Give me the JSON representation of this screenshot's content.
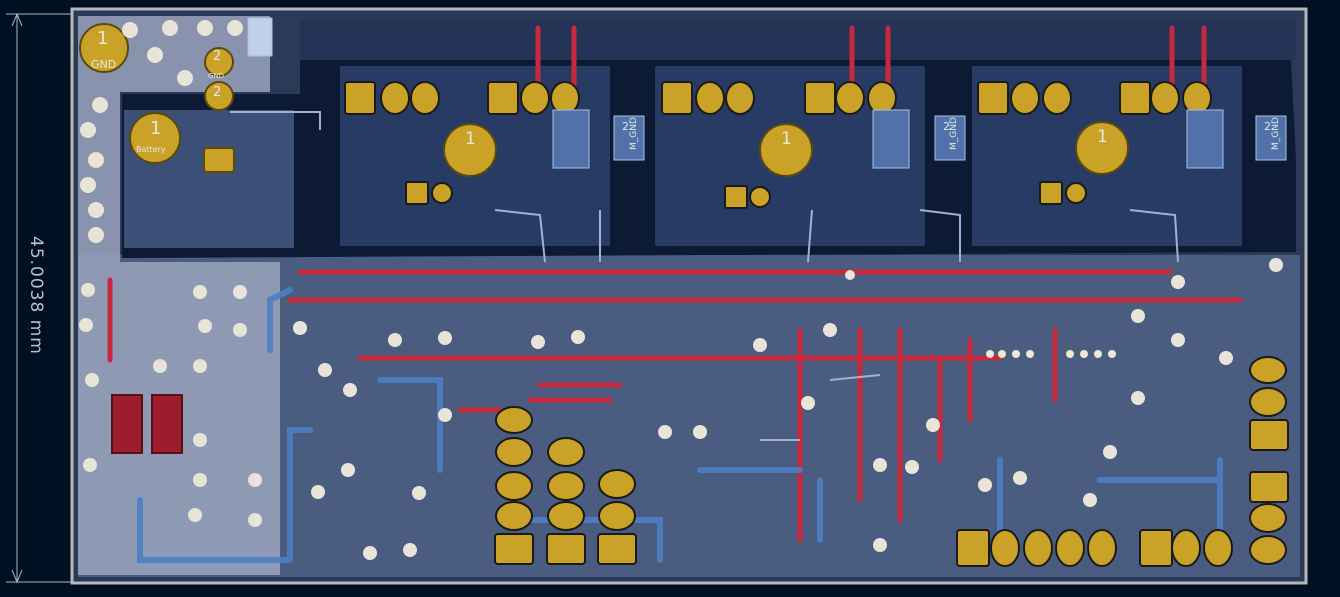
{
  "app": {
    "view": "PCB layout editor – board view"
  },
  "dimension": {
    "label": "45.0038 mm"
  },
  "board_labels": {
    "pad1": "1",
    "gnd": "GND",
    "pad2a": "2",
    "pad2b": "2",
    "gnd_small": "GND",
    "battery": "Battery",
    "motor_ref_a": "1",
    "motor_ref_b": "1",
    "motor_ref_c": "1",
    "connector_left": "1",
    "mgnd_a": "M_GND",
    "mgnd_b": "M_GND",
    "mgnd_c": "M_GND",
    "m_left": "2",
    "m_mid": "2",
    "m_right": "2"
  },
  "colors": {
    "background": "#001023",
    "board_fill": "#3b4a66",
    "copper_top": "#c8283c",
    "copper_bottom": "#4d7fc4",
    "zone_dark": "#0f1e3a",
    "pad_gold": "#c9a227",
    "via_white": "#e8e4d8",
    "edge": "#c0c0c0",
    "silk": "#e6e6e6"
  },
  "icons": [
    "pad-icon",
    "via-icon",
    "mounting-hole-icon",
    "dimension-arrow-icon"
  ]
}
